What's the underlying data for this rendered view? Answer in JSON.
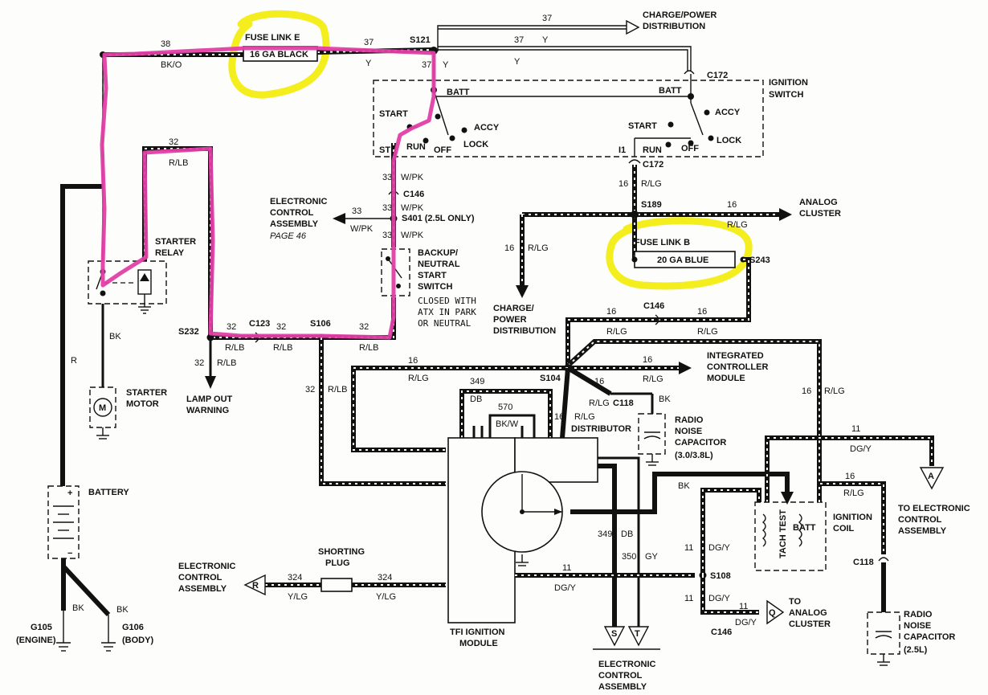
{
  "colors": {
    "highlight_pink": "#e23fa6",
    "highlight_yellow": "#f4ee1e",
    "ink": "#111111"
  },
  "labels": {
    "fuse_link_e": "FUSE LINK E",
    "fuse_e_rating": "16 GA BLACK",
    "w38": "38",
    "bko": "BK/O",
    "w37a": "37",
    "y_a": "Y",
    "s121": "S121",
    "w37b": "37",
    "y_b": "Y",
    "w37c": "37",
    "charge_power_1": "CHARGE/POWER",
    "distribution_1": "DISTRIBUTION",
    "w37d": "37",
    "y_c": "Y",
    "y_d": "Y",
    "c172_top": "C172",
    "ignition_switch_1": "IGNITION",
    "ignition_switch_2": "SWITCH",
    "batt_l": "BATT",
    "batt_r": "BATT",
    "start_l": "START",
    "accy_l": "ACCY",
    "lock_l": "LOCK",
    "off_l": "OFF",
    "run_l": "RUN",
    "st_l": "ST",
    "start_r": "START",
    "accy_r": "ACCY",
    "lock_r": "LOCK",
    "off_r": "OFF",
    "run_r": "RUN",
    "i1": "I1",
    "c172_bot": "C172",
    "w33a": "33",
    "wpk_a": "W/PK",
    "c146_a": "C146",
    "w33b": "33",
    "wpk_b": "W/PK",
    "s401": "S401 (2.5L ONLY)",
    "w33c": "33",
    "wpk_c": "W/PK",
    "w33d": "33",
    "wpk_d": "W/PK",
    "eca_1a": "ELECTRONIC",
    "eca_1b": "CONTROL",
    "eca_1c": "ASSEMBLY",
    "eca_1d": "PAGE 46",
    "backup_1": "BACKUP/",
    "backup_2": "NEUTRAL",
    "backup_3": "START",
    "backup_4": "SWITCH",
    "closed_1": "CLOSED WITH",
    "closed_2": "ATX IN PARK",
    "closed_3": "OR NEUTRAL",
    "w32a": "32",
    "rlb_a": "R/LB",
    "starter_relay_1": "STARTER",
    "starter_relay_2": "RELAY",
    "s232": "S232",
    "w32b": "32",
    "c123": "C123",
    "w32c": "32",
    "s106": "S106",
    "w32d": "32",
    "rlb_b": "R/LB",
    "rlb_c": "R/LB",
    "rlb_d": "R/LB",
    "w32e": "32",
    "rlb_e": "R/LB",
    "lamp_out_1": "LAMP OUT",
    "lamp_out_2": "WARNING",
    "bk_relay": "BK",
    "starter_motor_1": "STARTER",
    "starter_motor_2": "MOTOR",
    "motor_m": "M",
    "r_wire": "R",
    "battery": "BATTERY",
    "bk_g105": "BK",
    "bk_g106": "BK",
    "g105": "G105",
    "g105_sub": "(ENGINE)",
    "g106": "G106",
    "g106_sub": "(BODY)",
    "w16a": "16",
    "rlg_a": "R/LG",
    "s189": "S189",
    "w16b": "16",
    "rlg_b": "R/LG",
    "analog_cluster_1a": "ANALOG",
    "analog_cluster_1b": "CLUSTER",
    "w16c": "16",
    "rlg_c": "R/LG",
    "charge_power_2a": "CHARGE/",
    "charge_power_2b": "POWER",
    "charge_power_2c": "DISTRIBUTION",
    "fuse_link_b": "FUSE LINK B",
    "fuse_b_rating": "20 GA BLUE",
    "s243": "S243",
    "w16d": "16",
    "c146_b": "C146",
    "w16e": "16",
    "rlg_d": "R/LG",
    "rlg_e": "R/LG",
    "icm_1": "INTEGRATED",
    "icm_2": "CONTROLLER",
    "icm_3": "MODULE",
    "w16f": "16",
    "rlg_f": "R/LG",
    "w16g": "16",
    "rlg_g": "R/LG",
    "s104": "S104",
    "w16h": "16",
    "rlg_h": "R/LG",
    "w16i": "16",
    "rlg_i": "R/LG",
    "w32f": "32",
    "rlb_f": "R/LB",
    "w349a": "349",
    "db_a": "DB",
    "w570": "570",
    "bkw": "BK/W",
    "rlg_j": "R/LG",
    "c118_a": "C118",
    "bk_cap": "BK",
    "w16j": "16",
    "rlg_k": "R/LG",
    "distributor": "DISTRIBUTOR",
    "radio_cap_1a": "RADIO",
    "radio_cap_1b": "NOISE",
    "radio_cap_1c": "CAPACITOR",
    "radio_cap_1d": "(3.0/3.8L)",
    "w11a": "11",
    "dgy_a": "DG/Y",
    "conn_a": "A",
    "w16k": "16",
    "rlg_l": "R/LG",
    "bk_tfi": "BK",
    "tach_test": "TACH TEST",
    "batt_coil": "BATT",
    "ignition_coil_1": "IGNITION",
    "ignition_coil_2": "COIL",
    "to_eca_1": "TO ELECTRONIC",
    "to_eca_2": "CONTROL",
    "to_eca_3": "ASSEMBLY",
    "c118_b": "C118",
    "radio_cap_2a": "RADIO",
    "radio_cap_2b": "NOISE",
    "radio_cap_2c": "CAPACITOR",
    "radio_cap_2d": "(2.5L)",
    "w11b": "11",
    "dgy_b": "DG/Y",
    "s108": "S108",
    "w11c": "11",
    "dgy_c": "DG/Y",
    "w11d": "11",
    "dgy_d": "DG/Y",
    "c146_c": "C146",
    "w11e": "11",
    "dgy_e": "DG/Y",
    "to_analog_1": "TO",
    "to_analog_2": "ANALOG",
    "to_analog_3": "CLUSTER",
    "conn_q": "Q",
    "w349b": "349",
    "db_b": "DB",
    "w350": "350",
    "gy": "GY",
    "eca_2a": "ELECTRONIC",
    "eca_2b": "CONTROL",
    "eca_2c": "ASSEMBLY",
    "conn_r": "R",
    "shorting_1": "SHORTING",
    "shorting_2": "PLUG",
    "w324a": "324",
    "ylg_a": "Y/LG",
    "w324b": "324",
    "ylg_b": "Y/LG",
    "tfi_1": "TFI IGNITION",
    "tfi_2": "MODULE",
    "eca_3a": "ELECTRONIC",
    "eca_3b": "CONTROL",
    "eca_3c": "ASSEMBLY",
    "conn_s": "S",
    "conn_t": "T"
  }
}
